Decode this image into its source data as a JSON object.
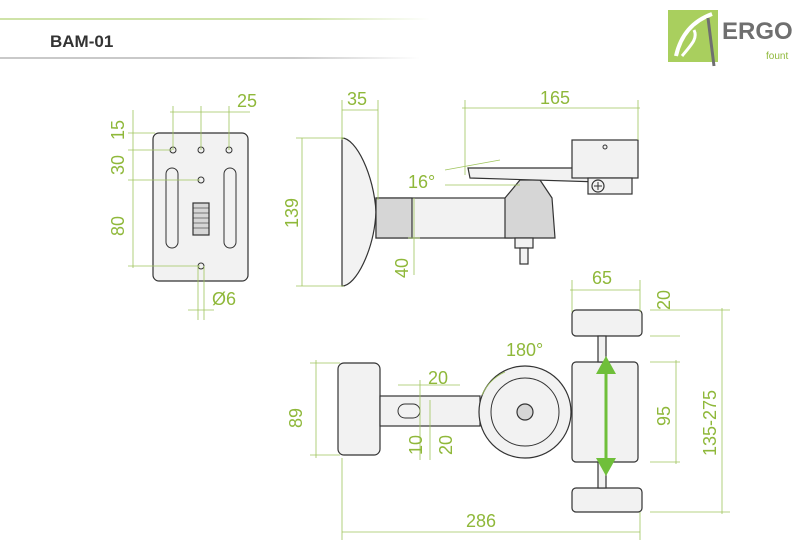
{
  "header": {
    "model": "BAM-01"
  },
  "brand": {
    "name": "ERGO",
    "sub": "fount",
    "accent": "#8fb83a"
  },
  "dimensions": {
    "plate_top_offset": "15",
    "plate_hole_spacing": "25",
    "plate_slot_offset": "30",
    "plate_slot_length": "80",
    "plate_hole_diameter": "Ø6",
    "base_depth": "35",
    "arm_reach": "165",
    "tilt_angle": "16°",
    "base_height": "139",
    "arm_tube": "40",
    "clamp_width": "65",
    "clamp_jaw": "20",
    "rotation": "180°",
    "slot_width": "20",
    "slot_short": "10",
    "slot_long": "20",
    "side_height": "89",
    "clamp_opening": "95",
    "clamp_range": "135-275",
    "total_length": "286"
  },
  "colors": {
    "dimension": "#8fb83a",
    "outline": "#333333",
    "fill": "#f2f2f2"
  }
}
